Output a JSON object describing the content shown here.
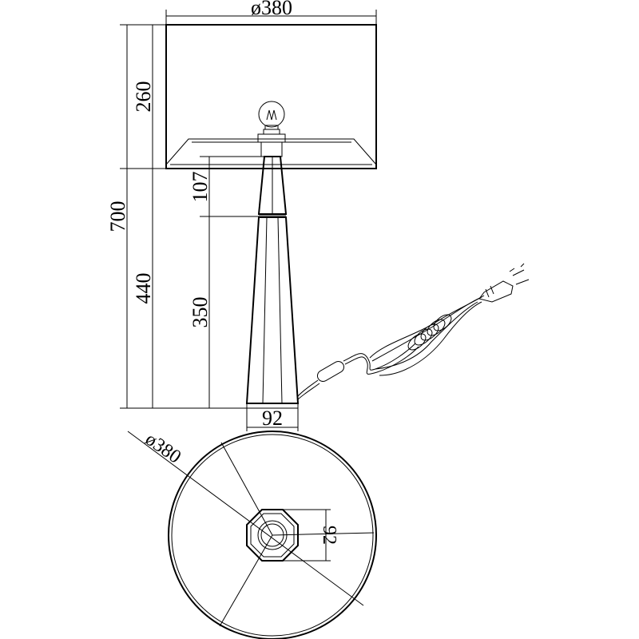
{
  "drawing": {
    "side_view": {
      "shade_diameter": "ø380",
      "shade_height": "260",
      "total_height": "700",
      "base_height": "440",
      "collar_height": "107",
      "column_height": "350",
      "base_width": "92"
    },
    "top_view": {
      "shade_diameter": "ø380",
      "base_width": "92"
    }
  }
}
